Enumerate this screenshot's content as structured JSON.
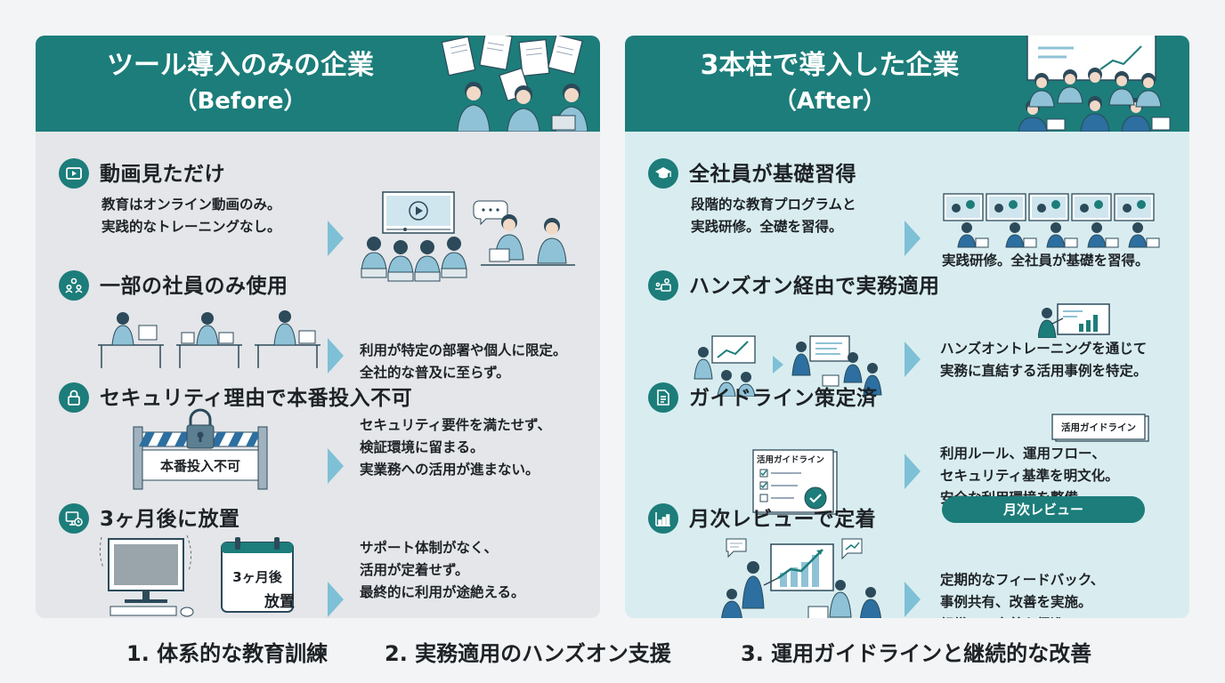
{
  "before": {
    "title": "ツール導入のみの企業",
    "subtitle": "（Before）",
    "sections": [
      {
        "icon": "video-play-icon",
        "title": "動画見ただけ",
        "desc": "教育はオンライン動画のみ。\n実践的なトレーニングなし。"
      },
      {
        "icon": "people-group-icon",
        "title": "一部の社員のみ使用",
        "desc": "利用が特定の部署や個人に限定。\n全社的な普及に至らず。"
      },
      {
        "icon": "padlock-icon",
        "title": "セキュリティ理由で本番投入不可",
        "desc": "セキュリティ要件を満たせず、\n検証環境に留まる。\n実業務への活用が進まない。",
        "barrier_label": "本番投入不可"
      },
      {
        "icon": "monitor-clock-icon",
        "title": "3ヶ月後に放置",
        "desc": "サポート体制がなく、\n活用が定着せず。\n最終的に利用が途絶える。",
        "calendar_line1": "3ヶ月後",
        "calendar_line2": "放置"
      }
    ]
  },
  "after": {
    "title": "3本柱で導入した企業",
    "subtitle": "（After）",
    "sections": [
      {
        "icon": "graduation-cap-icon",
        "title": "全社員が基礎習得",
        "desc": "段階的な教育プログラムと\n実践研修。全礎を習得。",
        "desc2": "実践研修。全社員が基礎を習得。"
      },
      {
        "icon": "hands-on-icon",
        "title": "ハンズオン経由で実務適用",
        "desc": "ハンズオントレーニングを通じて\n実務に直結する活用事例を特定。"
      },
      {
        "icon": "document-icon",
        "title": "ガイドライン策定済",
        "desc": "利用ルール、運用フロー、\nセキュリティ基準を明文化。\n安全な利用環境を整備。",
        "doc_label_back": "活用ガイドライン",
        "doc_label_front": "活用ガイドライン"
      },
      {
        "icon": "bar-chart-icon",
        "title": "月次レビューで定着",
        "desc": "定期的なフィードバック、\n事例共有、改善を実施。\n組織への定着を促進。",
        "pill": "月次レビュー"
      }
    ]
  },
  "footer": [
    "1. 体系的な教育訓練",
    "2. 実務適用のハンズオン支援",
    "3. 運用ガイドラインと継続的な改善"
  ],
  "colors": {
    "teal": "#1c7d7a",
    "arrow": "#7ec0d6",
    "before_bg": "#e4e6e9",
    "after_bg": "#d9edf0"
  }
}
